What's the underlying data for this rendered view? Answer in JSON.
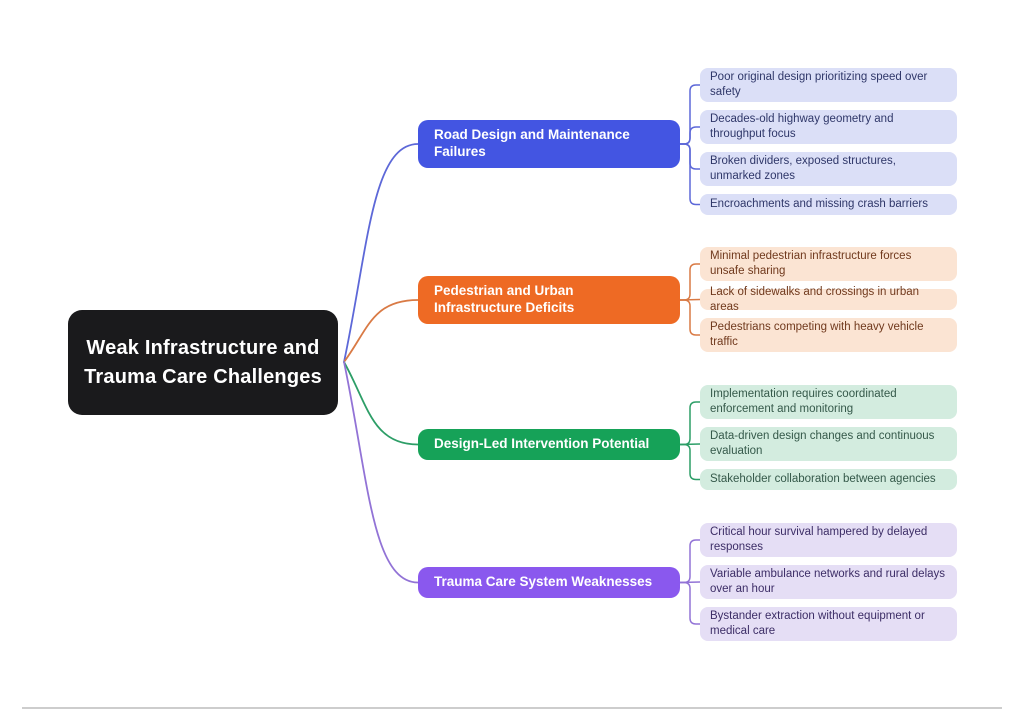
{
  "root": {
    "label": "Weak Infrastructure and Trauma Care Challenges",
    "bg": "#1a1a1c",
    "fg": "#ffffff"
  },
  "branches": [
    {
      "label": "Road Design and Maintenance Failures",
      "color": "#4355e2",
      "line_color": "#5d68d8",
      "leaf_bg": "#dbdff7",
      "leaf_fg": "#2f3769",
      "leaves": [
        "Poor original design prioritizing speed over safety",
        "Decades-old highway geometry and throughput focus",
        "Broken dividers, exposed structures, unmarked zones",
        "Encroachments and missing crash barriers"
      ]
    },
    {
      "label": "Pedestrian and Urban Infrastructure Deficits",
      "color": "#ee6a24",
      "line_color": "#d97a45",
      "leaf_bg": "#fbe4d3",
      "leaf_fg": "#70391d",
      "leaves": [
        "Minimal pedestrian infrastructure forces unsafe sharing",
        "Lack of sidewalks and crossings in urban areas",
        "Pedestrians competing with heavy vehicle traffic"
      ]
    },
    {
      "label": "Design-Led Intervention Potential",
      "color": "#16a258",
      "line_color": "#2d9e67",
      "leaf_bg": "#d3ecdf",
      "leaf_fg": "#35594a",
      "leaves": [
        "Implementation requires coordinated enforcement and monitoring",
        "Data-driven design changes and continuous evaluation",
        "Stakeholder collaboration between agencies"
      ]
    },
    {
      "label": "Trauma Care System Weaknesses",
      "color": "#8a58ee",
      "line_color": "#9273d6",
      "leaf_bg": "#e5def5",
      "leaf_fg": "#3c2d66",
      "leaves": [
        "Critical hour survival hampered by delayed responses",
        "Variable ambulance networks and rural delays over an hour",
        "Bystander extraction without equipment or medical care"
      ]
    }
  ]
}
